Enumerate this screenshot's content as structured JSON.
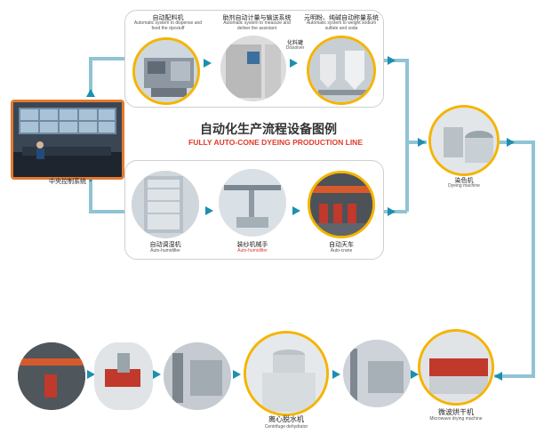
{
  "title": {
    "zh": "自动化生产流程设备图例",
    "en": "FULLY AUTO-CONE DYEING PRODUCTION LINE"
  },
  "control": {
    "zh": "中央控制系统"
  },
  "top_row": [
    {
      "zh": "自动配料机",
      "en": "Automatic system to dispense and feed the dyestuff"
    },
    {
      "zh": "助剂自动计量与输送系统",
      "en": "Automatic system to measure and deliver the assistant",
      "tag_zh": "化料罐",
      "tag_en": "Dissolver"
    },
    {
      "zh": "元明粉、纯碱自动称量系统",
      "en": "Automatic system to weight sodium sulfate and soda"
    }
  ],
  "bottom_row": [
    {
      "zh": "自动调湿机",
      "en": "Auto-humidifier"
    },
    {
      "zh": "装纱机械手",
      "en": "Auto-humidifier"
    },
    {
      "zh": "自动天车",
      "en": "Auto-crane"
    }
  ],
  "dyeing": {
    "zh": "染色机",
    "en": "Dyeing machine"
  },
  "lower_line": {
    "centrifuge": {
      "zh": "离心脱水机",
      "en": "Centrifuge dehydrator"
    },
    "microwave": {
      "zh": "微波烘干机",
      "en": "Microwave drying machine"
    }
  },
  "colors": {
    "accent": "#1b8fb0",
    "ring": "#f5b400",
    "title_red": "#e03a2b",
    "title_dark": "#333333"
  }
}
